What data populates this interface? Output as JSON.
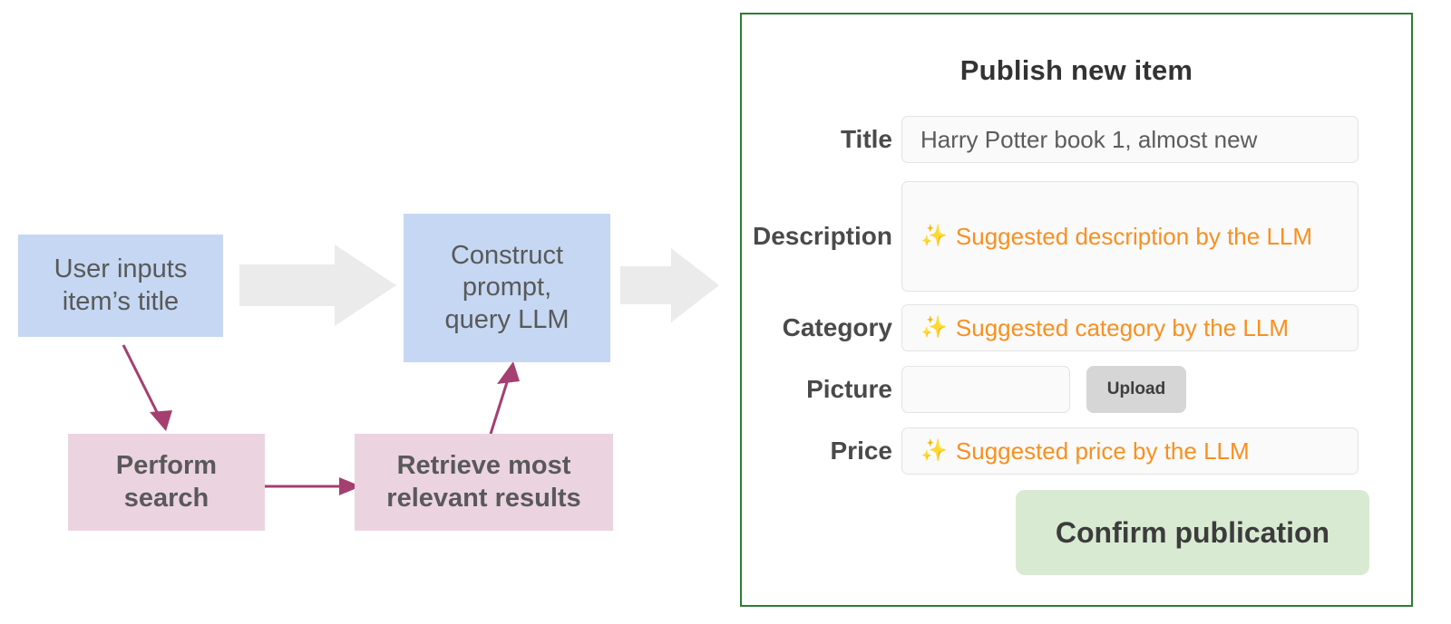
{
  "flowchart": {
    "nodes": [
      {
        "id": "user-input",
        "label": "User inputs\nitem’s title",
        "type": "blue"
      },
      {
        "id": "construct-prompt",
        "label": "Construct\nprompt,\nquery LLM",
        "type": "blue"
      },
      {
        "id": "perform-search",
        "label": "Perform\nsearch",
        "type": "pink"
      },
      {
        "id": "retrieve-results",
        "label": "Retrieve most\nrelevant results",
        "type": "pink"
      }
    ],
    "colors": {
      "blue_node": "#c5d7f2",
      "pink_node": "#ecd3e0",
      "block_arrow": "#ebebeb",
      "thin_arrow": "#a43f70",
      "node_text": "#595959"
    },
    "arrows": [
      {
        "name": "block-arrow-1",
        "from": "user-input",
        "to": "construct-prompt",
        "style": "block"
      },
      {
        "name": "block-arrow-2",
        "from": "construct-prompt",
        "to": "publish-form",
        "style": "block"
      },
      {
        "name": "arrow-user-to-search",
        "from": "user-input",
        "to": "perform-search",
        "style": "thin"
      },
      {
        "name": "arrow-search-to-retrieve",
        "from": "perform-search",
        "to": "retrieve-results",
        "style": "thin"
      },
      {
        "name": "arrow-retrieve-to-construct",
        "from": "retrieve-results",
        "to": "construct-prompt",
        "style": "thin"
      }
    ]
  },
  "panel": {
    "border_color": "#2f7d32",
    "title": "Publish new item",
    "fields": [
      {
        "name": "title",
        "label": "Title",
        "value": "Harry Potter book 1, almost new",
        "suggested": false,
        "sparkle": ""
      },
      {
        "name": "description",
        "label": "Description",
        "value": "Suggested description by the LLM",
        "suggested": true,
        "sparkle": "✨"
      },
      {
        "name": "category",
        "label": "Category",
        "value": "Suggested category by the LLM",
        "suggested": true,
        "sparkle": "✨"
      },
      {
        "name": "picture",
        "label": "Picture",
        "value": "",
        "suggested": false,
        "sparkle": ""
      },
      {
        "name": "price",
        "label": "Price",
        "value": "Suggested price by the LLM",
        "suggested": true,
        "sparkle": "✨"
      }
    ],
    "upload_button": "Upload",
    "confirm_button": "Confirm publication",
    "suggestion_color": "#f89020",
    "confirm_bg": "#d9ead3",
    "upload_bg": "#d6d6d6"
  }
}
